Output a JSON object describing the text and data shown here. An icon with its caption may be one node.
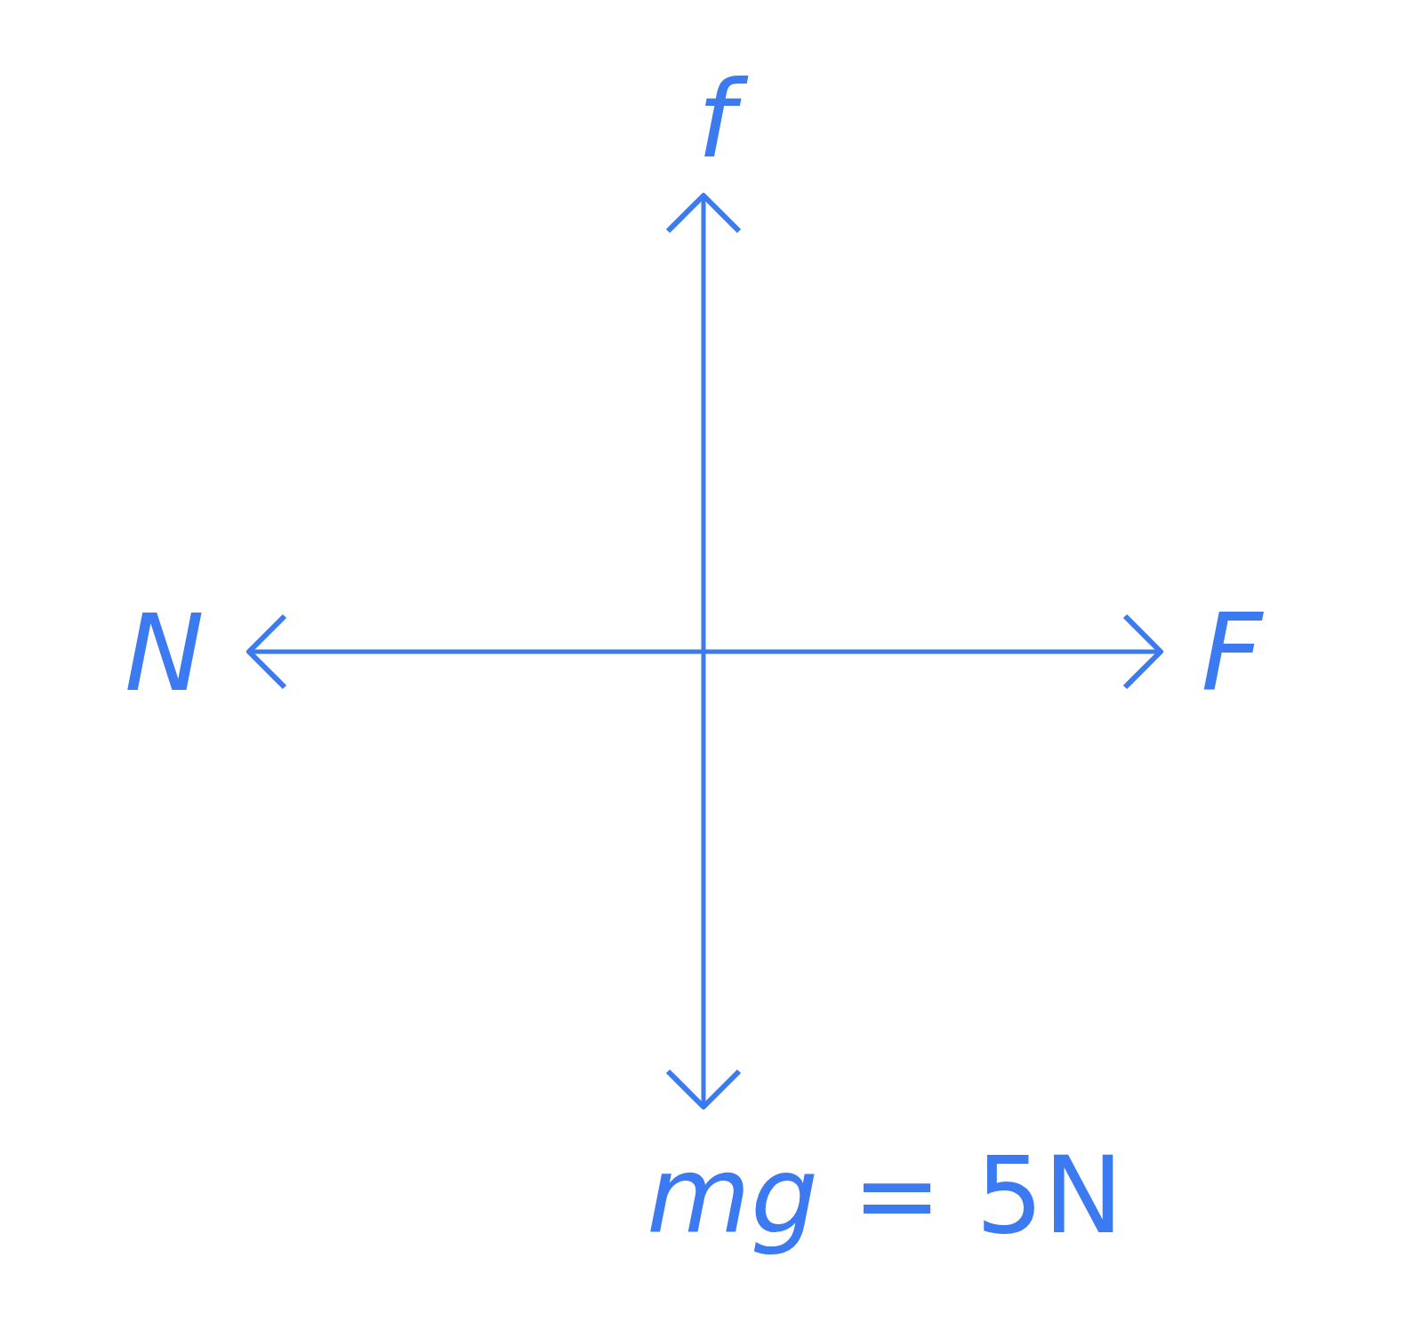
{
  "diagram": {
    "labels": [
      "f",
      "N",
      "F",
      "*mg* = 5N"
    ]
  }
}
